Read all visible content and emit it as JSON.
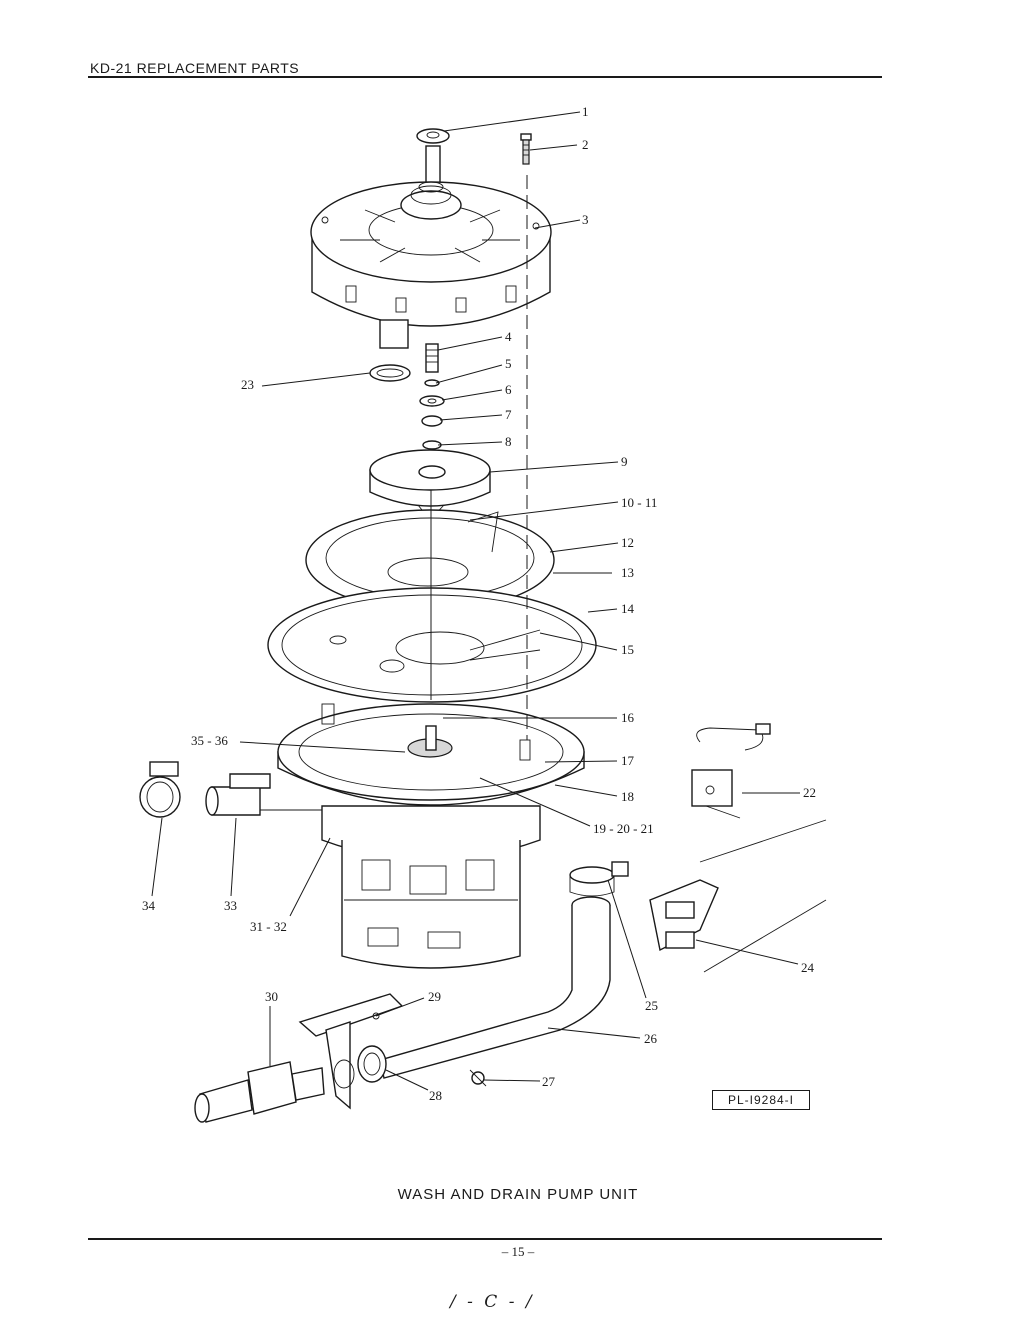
{
  "header": {
    "title": "KD-21 REPLACEMENT PARTS"
  },
  "caption": "WASH AND DRAIN PUMP UNIT",
  "page_number": "– 15 –",
  "handwritten_note": "/ - C - /",
  "reference_code": "PL-I9284-I",
  "callouts": {
    "c1": "1",
    "c2": "2",
    "c3": "3",
    "c4": "4",
    "c5": "5",
    "c6": "6",
    "c7": "7",
    "c8": "8",
    "c9": "9",
    "c10_11": "10 - 11",
    "c12": "12",
    "c13": "13",
    "c14": "14",
    "c15": "15",
    "c16": "16",
    "c17": "17",
    "c18": "18",
    "c19_20_21": "19 - 20 - 21",
    "c22": "22",
    "c23": "23",
    "c24": "24",
    "c25": "25",
    "c26": "26",
    "c27": "27",
    "c28": "28",
    "c29": "29",
    "c30": "30",
    "c31_32": "31 - 32",
    "c33": "33",
    "c34": "34",
    "c35_36": "35 - 36"
  }
}
